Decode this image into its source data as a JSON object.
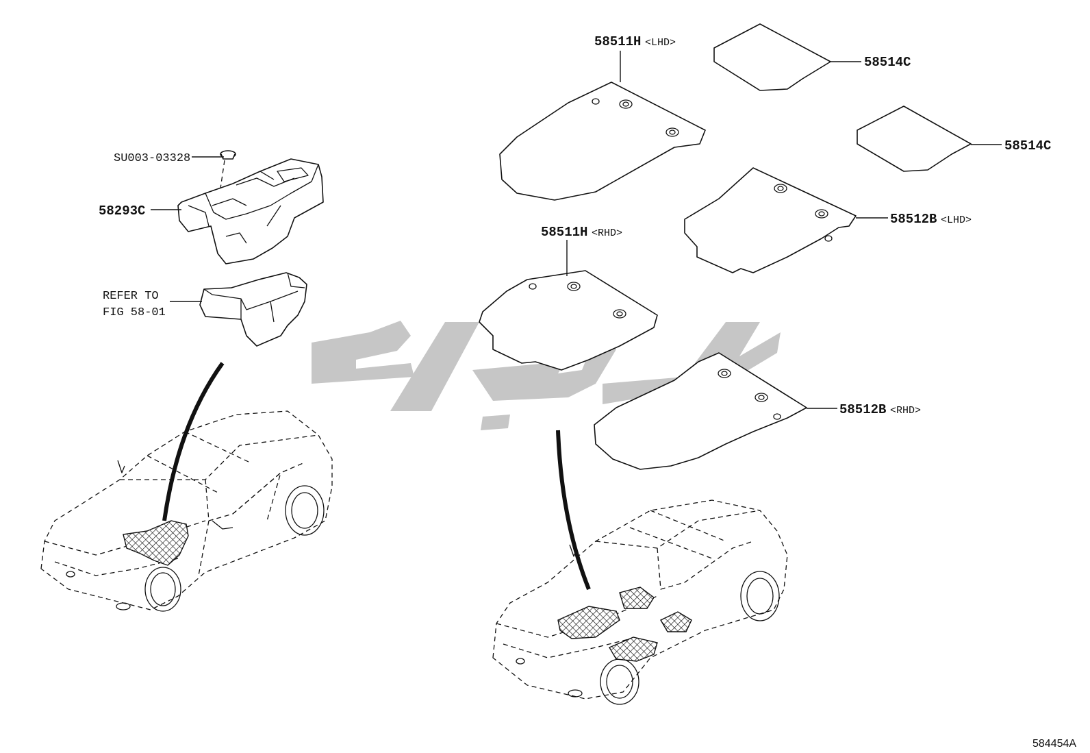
{
  "diagram": {
    "parts": [
      {
        "part_number": "58511H",
        "qualifier": "<LHD>"
      },
      {
        "part_number": "58514C",
        "qualifier": ""
      },
      {
        "part_number": "58514C",
        "qualifier": ""
      },
      {
        "part_number": "58511H",
        "qualifier": "<RHD>"
      },
      {
        "part_number": "58512B",
        "qualifier": "<LHD>"
      },
      {
        "part_number": "58512B",
        "qualifier": "<RHD>"
      },
      {
        "part_number": "SU003-03328",
        "qualifier": ""
      },
      {
        "part_number": "58293C",
        "qualifier": ""
      }
    ],
    "reference_note": [
      "REFER TO",
      "FIG 58-01"
    ],
    "figure_code": "584454A"
  },
  "colors": {
    "line": "#111111",
    "background": "#ffffff",
    "watermark": "#c6c6c6"
  }
}
